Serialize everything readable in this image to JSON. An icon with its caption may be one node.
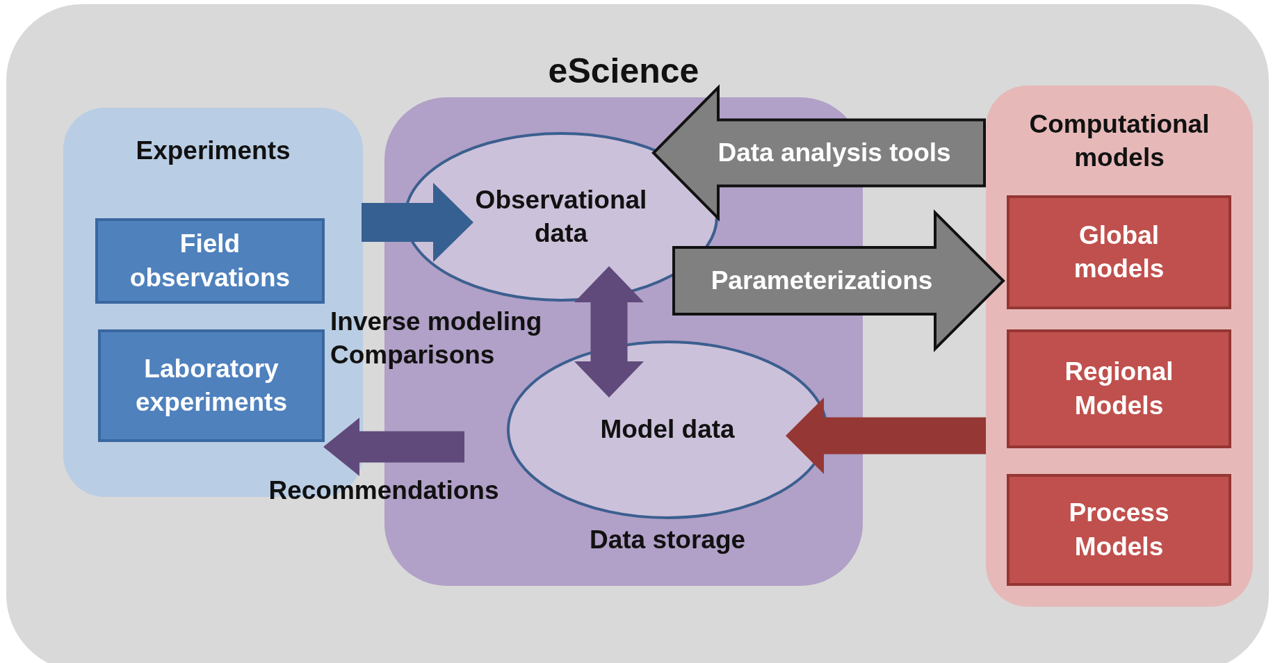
{
  "diagram": {
    "nodes": [
      {
        "text": [
          "Experiments"
        ]
      },
      {
        "text": [
          "Field observations"
        ],
        "in": 0
      },
      {
        "text": [
          "Laboratory experiments"
        ],
        "in": 0
      },
      {
        "text": [
          "eScience"
        ]
      },
      {
        "text": [
          "Observational data"
        ],
        "in": 3
      },
      {
        "text": [
          "Model data"
        ],
        "in": 3,
        "beside": [
          "Data storage"
        ]
      },
      {
        "text": [
          "Computational models"
        ]
      },
      {
        "text": [
          "Global models"
        ],
        "in": 6
      },
      {
        "text": [
          "Regional Models"
        ],
        "in": 6
      },
      {
        "text": [
          "Process Models"
        ],
        "in": 6
      }
    ],
    "edges": [
      {
        "from": 0,
        "to": 4,
        "arrow": "to",
        "color": "#376092"
      },
      {
        "from": 6,
        "to": 4,
        "arrow": "to",
        "label": "Data analysis tools"
      },
      {
        "from": 4,
        "to": 7,
        "arrow": "to",
        "label": "Parameterizations"
      },
      {
        "from": 4,
        "to": 5,
        "arrow": "both",
        "label": "Inverse modeling Comparisons",
        "color": "#604a7b"
      },
      {
        "from": 6,
        "to": 5,
        "arrow": "to",
        "color": "#953735"
      },
      {
        "from": 3,
        "to": 2,
        "arrow": "to",
        "label": "Recommendations",
        "color": "#604a7b"
      }
    ]
  }
}
